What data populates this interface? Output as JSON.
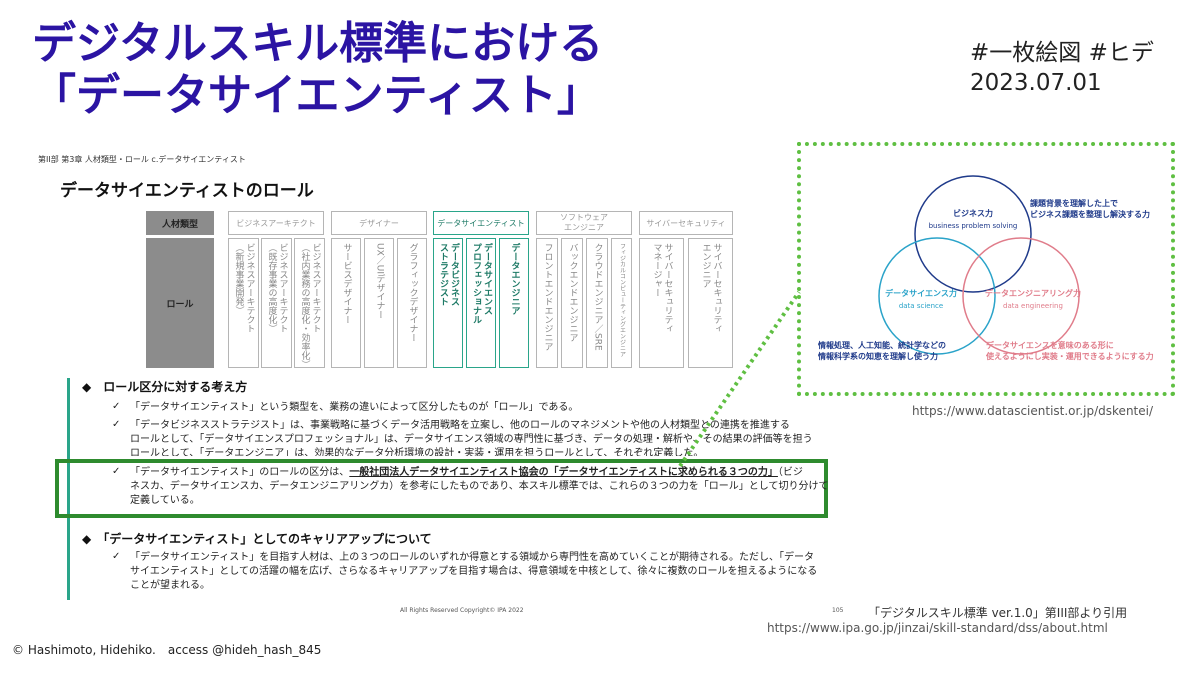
{
  "title": {
    "line1": "デジタルスキル標準における",
    "line2": "「データサイエンティスト」"
  },
  "tags": {
    "hashtags": "#一枚絵図 #ヒデ",
    "date": "2023.07.01"
  },
  "slide": {
    "breadcrumb": "第II部 第3章 人材類型・ロール c.データサイエンティスト",
    "heading": "データサイエンティストのロール",
    "row_label_type": "人材類型",
    "row_label_role": "ロール",
    "categories": [
      "ビジネスアーキテクト",
      "デザイナー",
      "データサイエンティスト",
      "ソフトウェア\nエンジニア",
      "サイバーセキュリティ"
    ],
    "roles": [
      "ビジネスアーキテクト\n（新規事業開発）",
      "ビジネスアーキテクト\n（既存事業の高度化）",
      "ビジネスアーキテクト\n（社内業務の高度化・効率化）",
      "サービスデザイナー",
      "UX／UIデザイナー",
      "グラフィックデザイナー",
      "データビジネス\nストラテジスト",
      "データサイエンス\nプロフェッショナル",
      "データエンジニア",
      "フロントエンドエンジニア",
      "バックエンドエンジニア",
      "クラウドエンジニア／SRE",
      "フィジカルコンピューティングエンジニア",
      "サイバーセキュリティ\nマネージャー",
      "サイバーセキュリティ\nエンジニア"
    ],
    "section1_title": "◆　ロール区分に対する考え方",
    "bullets1": [
      "「データサイエンティスト」という類型を、業務の違いによって区分したものが「ロール」である。",
      "「データビジネスストラテジスト」は、事業戦略に基づくデータ活用戦略を立案し、他のロールのマネジメントや他の人材類型との連携を推進する",
      "ロールとして、「データサイエンスプロフェッショナル」は、データサイエンス領域の専門性に基づき、データの処理・解析や、その結果の評価等を担う",
      "ロールとして、「データエンジニア」は、効果的なデータ分析環境の設計・実装・運用を担うロールとして、それぞれ定義した。"
    ],
    "highlight_line1_pre": "「データサイエンティスト」のロールの区分は、",
    "highlight_line1_bold": "一般社団法人データサイエンティスト協会の「データサイエンティストに求められる３つの力」",
    "highlight_line1_post": "（ビジ",
    "highlight_line2": "ネスカ、データサイエンスカ、データエンジニアリングカ）を参考にしたものであり、本スキル標準では、これらの３つの力を「ロール」として切り分けて",
    "highlight_line3": "定義している。",
    "section2_title": "◆　「データサイエンティスト」としてのキャリアアップについて",
    "bullets2": [
      "「データサイエンティスト」を目指す人材は、上の３つのロールのいずれか得意とする領域から専門性を高めていくことが期待される。ただし、「データ",
      "サイエンティスト」としての活躍の幅を広げ、さらなるキャリアアップを目指す場合は、得意領域を中核として、徐々に複数のロールを担えるようになる",
      "ことが望まれる。"
    ],
    "footer_rights": "All Rights Reserved Copyright© IPA 2022",
    "page_number": "105"
  },
  "venn": {
    "business_ja": "ビジネス力",
    "business_en": "business problem solving",
    "science_ja": "データサイエンス力",
    "science_en": "data science",
    "engineering_ja": "データエンジニアリング力",
    "engineering_en": "data engineering",
    "note_business": "課題背景を理解した上で\nビジネス課題を整理し解決する力",
    "note_science": "情報処理、人工知能、統計学などの\n情報科学系の知恵を理解し使う力",
    "note_engineering": "データサイエンスを意味のある形に\n使えるようにし実装・運用できるようにする力",
    "colors": {
      "business": "#1f3a8a",
      "science": "#2aa3c9",
      "engineering": "#e07c8a"
    }
  },
  "source_url_dss": "https://www.datascientist.or.jp/dskentei/",
  "citation": {
    "line1": "「デジタルスキル標準 ver.1.0」第III部より引用",
    "line2": "https://www.ipa.go.jp/jinzai/skill-standard/dss/about.html"
  },
  "copyright": "© Hashimoto, Hidehiko.　access @hideh_hash_845",
  "colors": {
    "title": "#2b14a3",
    "highlight_border": "#2e8b2e",
    "dotted": "#5fbf42",
    "teal": "#2aa58a"
  }
}
